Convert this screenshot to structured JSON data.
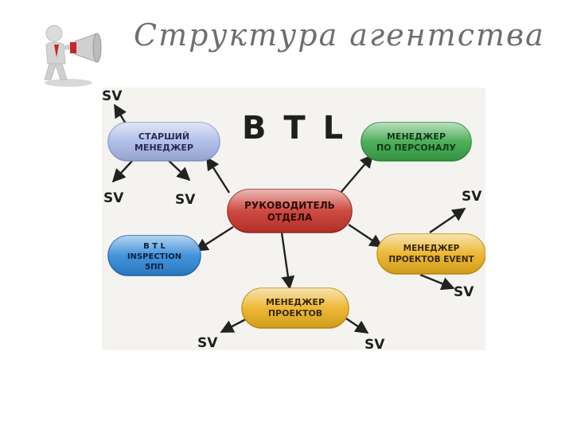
{
  "slide": {
    "title": "Структура агентства"
  },
  "diagram": {
    "heading": "B T L",
    "nodes": [
      {
        "id": "head",
        "line1": "РУКОВОДИТЕЛЬ",
        "line2": "ОТДЕЛА",
        "color": "#c8352c"
      },
      {
        "id": "senior",
        "line1": "СТАРШИЙ",
        "line2": "МЕНЕДЖЕР",
        "color": "#a9b8e6"
      },
      {
        "id": "staff",
        "line1": "МЕНЕДЖЕР",
        "line2": "ПО ПЕРСОНАЛУ",
        "color": "#3aa548"
      },
      {
        "id": "inspection",
        "line1": "B T L",
        "line2": "INSPECTION",
        "line3": "5ПП",
        "color": "#2f86d6"
      },
      {
        "id": "event",
        "line1": "МЕНЕДЖЕР",
        "line2": "ПРОЕКТОВ EVENT",
        "color": "#eab01f"
      },
      {
        "id": "projects",
        "line1": "МЕНЕДЖЕР",
        "line2": "ПРОЕКТОВ",
        "color": "#eab01f"
      }
    ],
    "sv_label": "SV"
  },
  "colors": {
    "background": "#f4f3ef",
    "arrow": "#222222",
    "title": "#6e6e6e"
  },
  "icons": {
    "figure": "megaphone-person-icon"
  }
}
